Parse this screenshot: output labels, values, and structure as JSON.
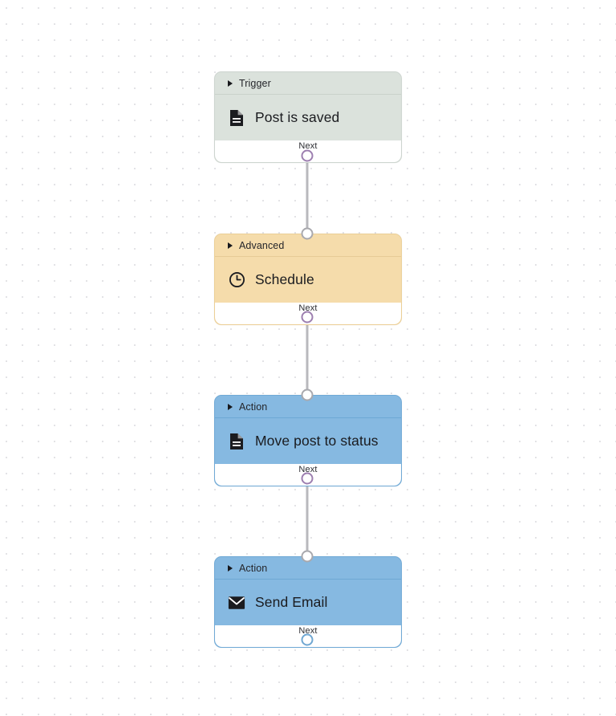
{
  "canvas": {
    "name": "workflow-canvas",
    "background": "#ffffff",
    "grid_dot_color": "#e3e3e6",
    "grid_spacing": 20
  },
  "edge_color": "#b9b9bd",
  "nodes": [
    {
      "id": "trigger-post-is-saved",
      "category": "Trigger",
      "title": "Post is saved",
      "icon": "document-icon",
      "footer_label": "Next",
      "color": "#dbe2dc",
      "border_color": "#cdd5cf",
      "output_port_color": "#9d7fb0"
    },
    {
      "id": "advanced-schedule",
      "category": "Advanced",
      "title": "Schedule",
      "icon": "clock-icon",
      "footer_label": "Next",
      "color": "#f5dcab",
      "border_color": "#eccf96",
      "output_port_color": "#9d7fb0"
    },
    {
      "id": "action-move-post-to-status",
      "category": "Action",
      "title": "Move post to status",
      "icon": "document-icon",
      "footer_label": "Next",
      "color": "#86b9e1",
      "border_color": "#6fa9d6",
      "output_port_color": "#9d7fb0"
    },
    {
      "id": "action-send-email",
      "category": "Action",
      "title": "Send Email",
      "icon": "envelope-icon",
      "footer_label": "Next",
      "color": "#86b9e1",
      "border_color": "#6fa9d6",
      "output_port_color": "#6fa7d2"
    }
  ]
}
